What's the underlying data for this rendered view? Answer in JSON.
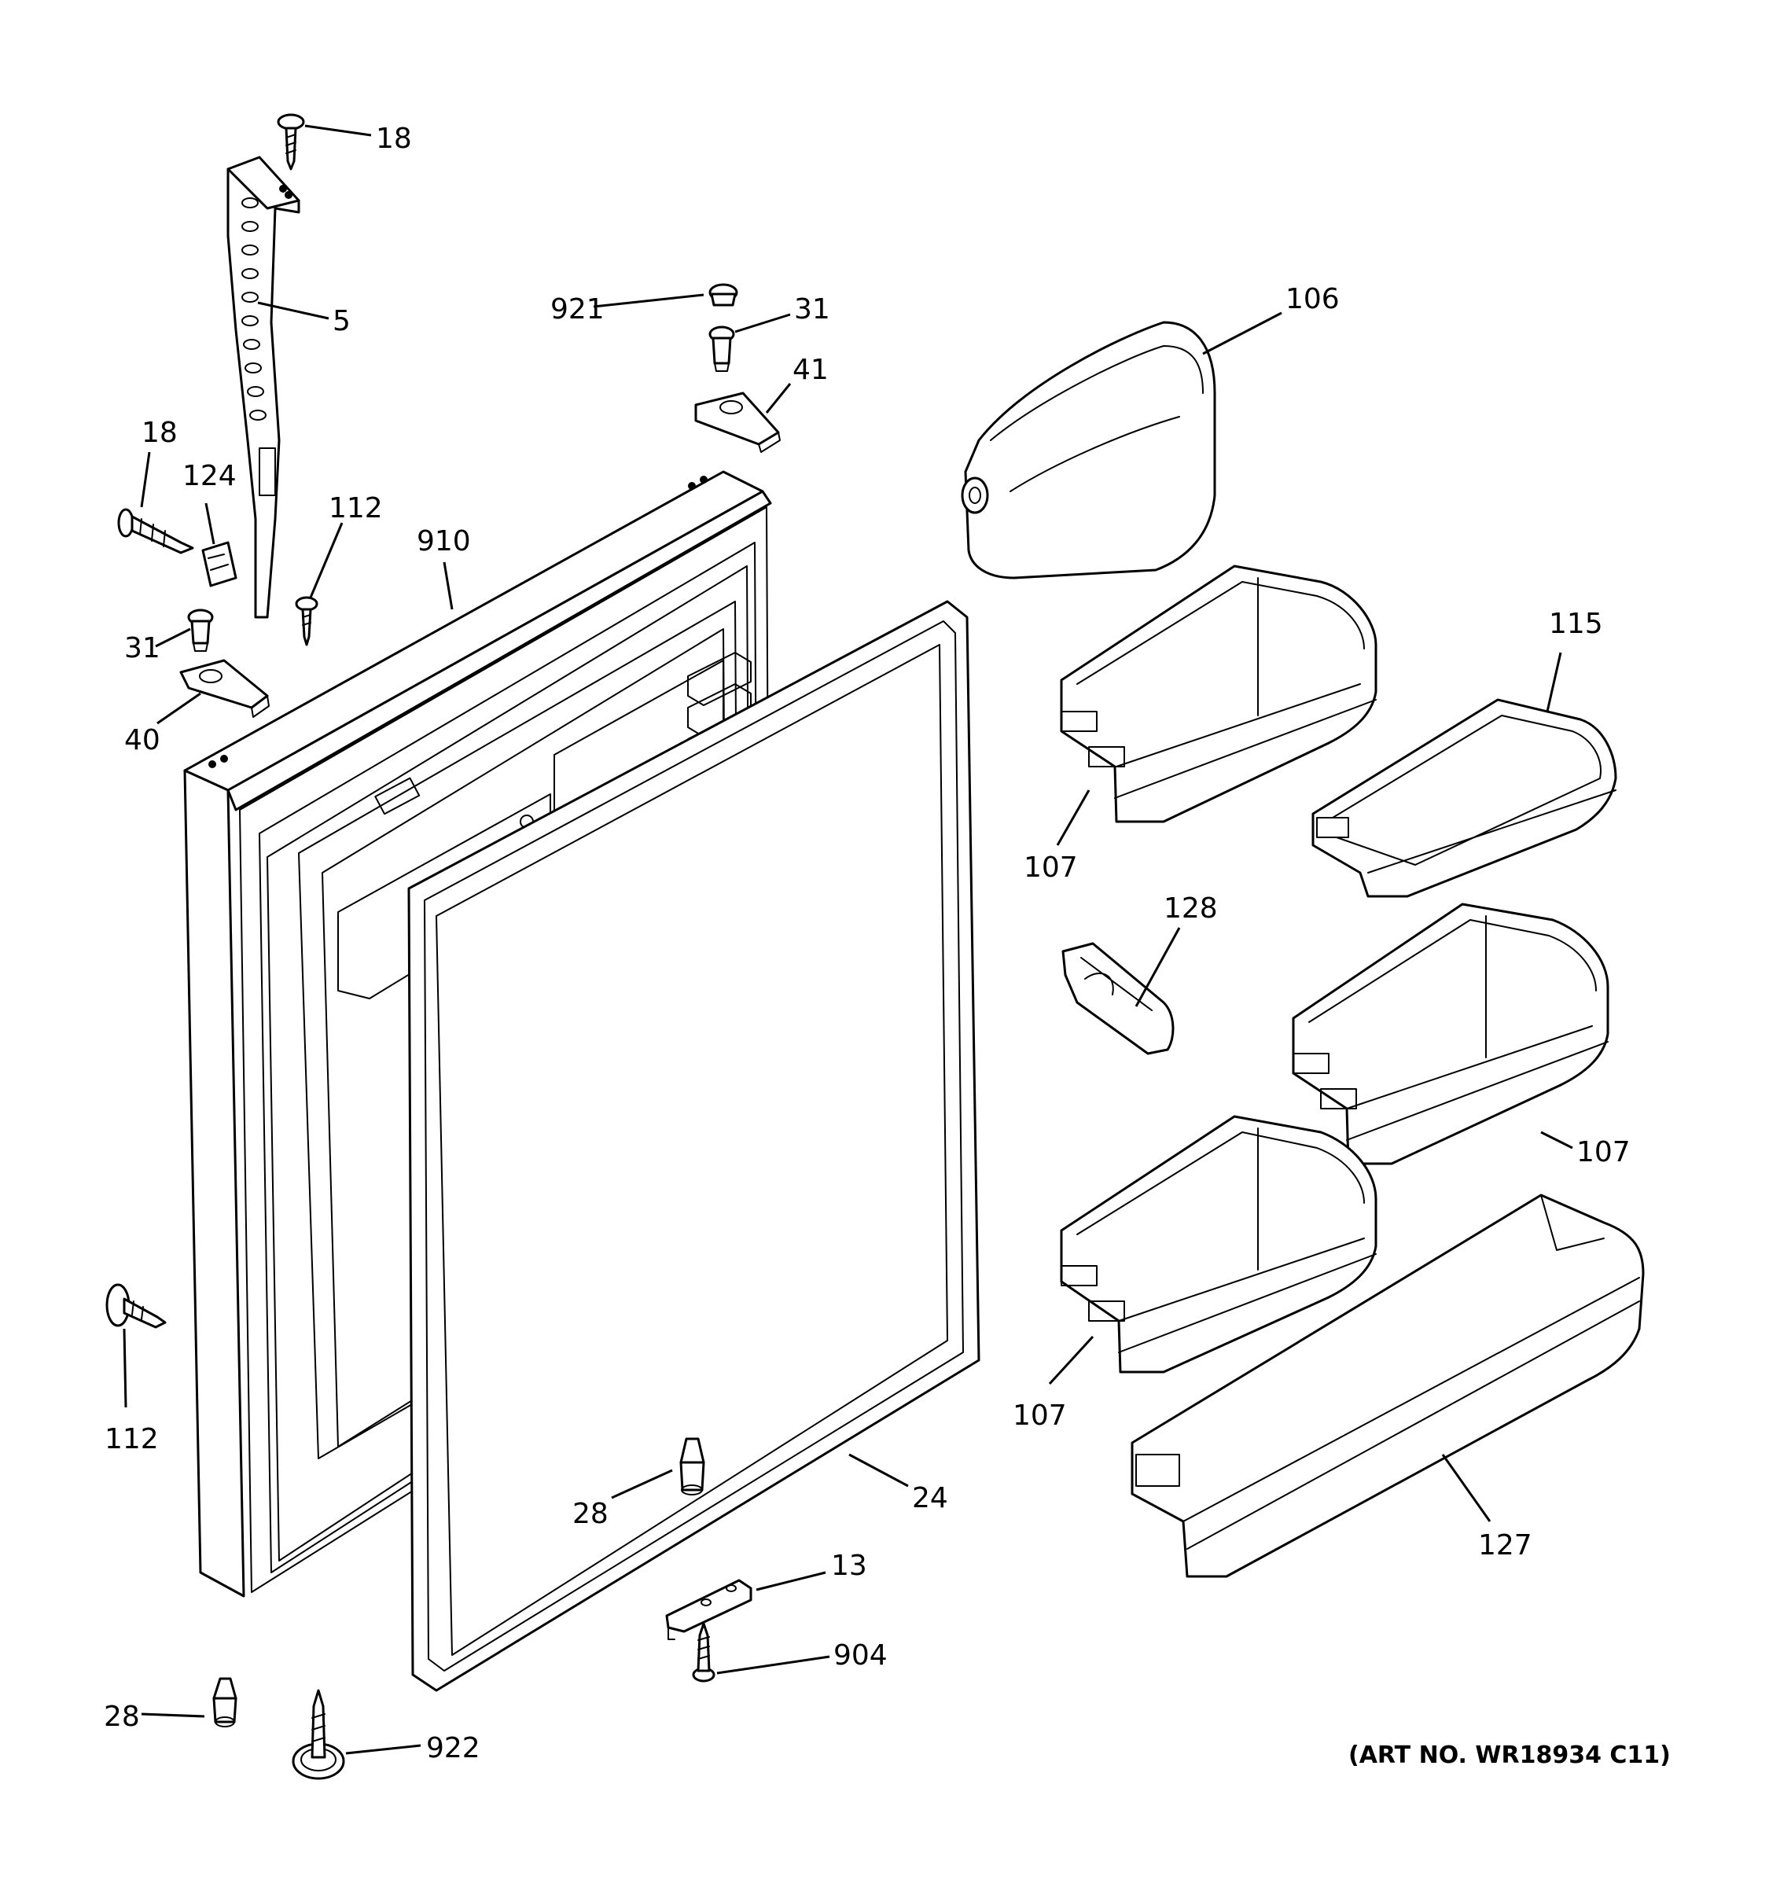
{
  "callouts": {
    "c18_top": "18",
    "c5": "5",
    "c921": "921",
    "c31_top": "31",
    "c41": "41",
    "c106": "106",
    "c18_left": "18",
    "c124": "124",
    "c112_top": "112",
    "c910": "910",
    "c31_left": "31",
    "c40": "40",
    "c115": "115",
    "c107_a": "107",
    "c128": "128",
    "c107_b": "107",
    "c107_c": "107",
    "c112_left": "112",
    "c28_mid": "28",
    "c24": "24",
    "c13": "13",
    "c904": "904",
    "c127": "127",
    "c28_bottom": "28",
    "c922": "922"
  },
  "art_number": "(ART NO. WR18934 C11)"
}
